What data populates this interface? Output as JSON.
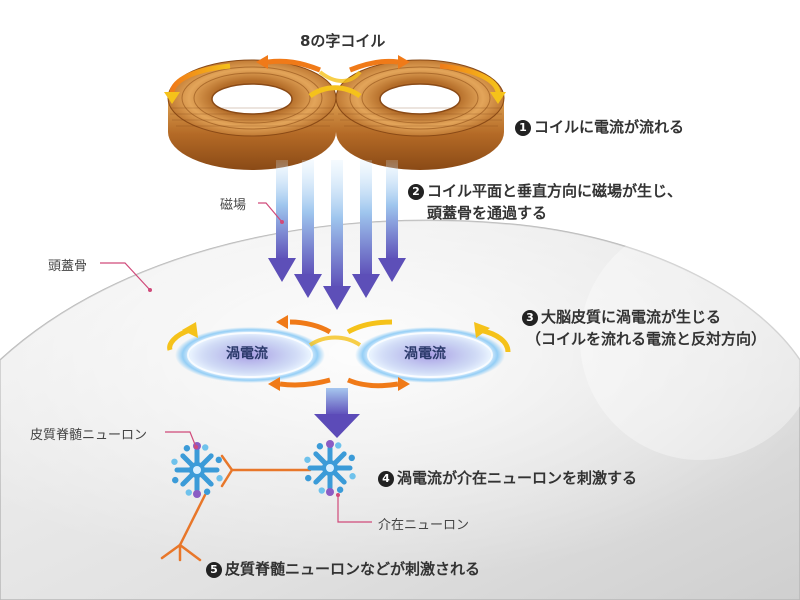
{
  "title": "8の字コイル",
  "labels": {
    "magnetic_field": "磁場",
    "skull": "頭蓋骨",
    "eddy_current_left": "渦電流",
    "eddy_current_right": "渦電流",
    "corticospinal_neuron": "皮質脊髄ニューロン",
    "interneuron": "介在ニューロン"
  },
  "steps": [
    {
      "num": "1",
      "lines": [
        "コイルに電流が流れる"
      ]
    },
    {
      "num": "2",
      "lines": [
        "コイル平面と垂直方向に磁場が生じ、",
        "頭蓋骨を通過する"
      ]
    },
    {
      "num": "3",
      "lines": [
        "大脳皮質に渦電流が生じる",
        "（コイルを流れる電流と反対方向）"
      ]
    },
    {
      "num": "4",
      "lines": [
        "渦電流が介在ニューロンを刺激する"
      ]
    },
    {
      "num": "5",
      "lines": [
        "皮質脊髄ニューロンなどが刺激される"
      ]
    }
  ],
  "colors": {
    "coil_copper": "#c8883a",
    "current_arrow_orange": "#f07a18",
    "current_arrow_yellow": "#f5c21a",
    "field_arrow": "#6a5fc0",
    "neuron_blue": "#3b9bd8",
    "neuron_purple": "#8a5cc4",
    "axon_orange": "#e8772a"
  }
}
